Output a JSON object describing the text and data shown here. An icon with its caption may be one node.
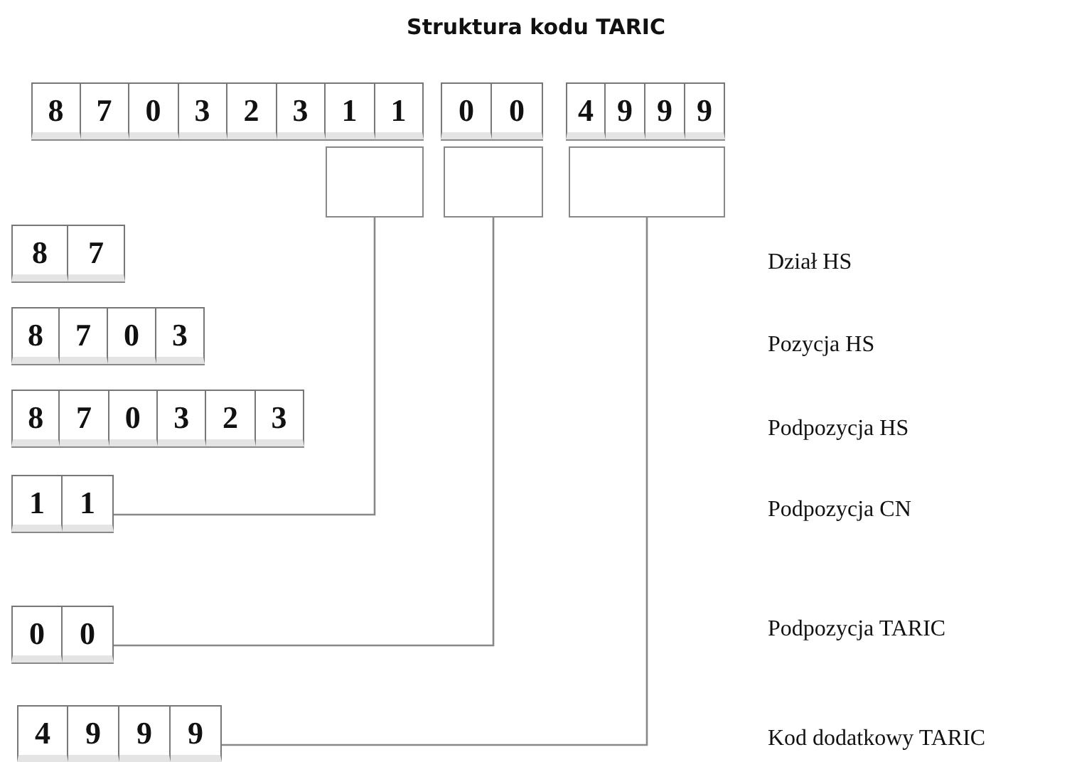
{
  "diagram": {
    "title": "Struktura kodu TARIC",
    "nodes": [
      {
        "text": [
          "8",
          "7",
          "0",
          "3",
          "2",
          "3",
          "1",
          "1"
        ]
      },
      {
        "text": [
          "0",
          "0"
        ]
      },
      {
        "text": [
          "4",
          "9",
          "9",
          "9"
        ]
      },
      {
        "text": [],
        "shape": "box"
      },
      {
        "text": [],
        "shape": "box"
      },
      {
        "text": [],
        "shape": "box"
      },
      {
        "text": [
          "8",
          "7"
        ]
      },
      {
        "text": [
          "8",
          "7",
          "0",
          "3"
        ]
      },
      {
        "text": [
          "8",
          "7",
          "0",
          "3",
          "2",
          "3"
        ]
      },
      {
        "text": [
          "1",
          "1"
        ]
      },
      {
        "text": [
          "0",
          "0"
        ]
      },
      {
        "text": [
          "4",
          "9",
          "9",
          "9"
        ]
      }
    ],
    "labels": [
      "Dział HS",
      "Pozycja HS",
      "Podpozycja HS",
      "Podpozycja CN",
      "Podpozycja TARIC",
      "Kod dodatkowy TARIC"
    ],
    "edges": [
      {
        "from": 3,
        "to": 9,
        "arrow": "none"
      },
      {
        "from": 4,
        "to": 10,
        "arrow": "none"
      },
      {
        "from": 5,
        "to": 11,
        "arrow": "none"
      }
    ]
  }
}
